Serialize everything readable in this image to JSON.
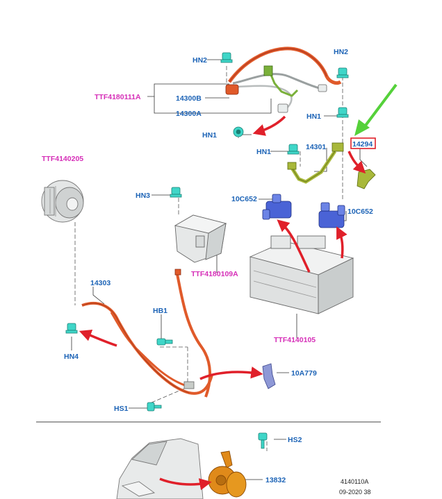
{
  "labels": {
    "hn2_top_left": "HN2",
    "hn2_top_right": "HN2",
    "ttf4180111a": "TTF4180111A",
    "p14300b": "14300B",
    "p14300a": "14300A",
    "hn1_right": "HN1",
    "hn1_mid": "HN1",
    "hn1_left": "HN1",
    "p14301": "14301",
    "p14294": "14294",
    "ttf4140205": "TTF4140205",
    "hn3": "HN3",
    "c652_left": "10C652",
    "c652_right": "10C652",
    "ttf4180109a": "TTF4180109A",
    "p14303": "14303",
    "hb1": "HB1",
    "hn4": "HN4",
    "ttf4140105": "TTF4140105",
    "a779": "10A779",
    "hs1": "HS1",
    "hs2": "HS2",
    "p13832": "13832"
  },
  "footer": {
    "figure_id": "4140110A",
    "date": "09-2020 38"
  },
  "colors": {
    "callout_blue": "#1c63b6",
    "callout_magenta": "#d62fb8",
    "highlight_box": "#e0202a",
    "arrow_red": "#e0202a",
    "arrow_green": "#55d13a",
    "cable_red": "#e05a2a",
    "bracket_green": "#a8b83a",
    "connector_blue": "#4a63d6",
    "fastener_cyan": "#3fd6c8",
    "horn_orange": "#e08a1a"
  },
  "icons": [
    "alternator-icon",
    "fuse-box-icon",
    "battery-icon",
    "horn-icon",
    "van-icon",
    "nut-icon",
    "bolt-icon",
    "connector-icon"
  ]
}
